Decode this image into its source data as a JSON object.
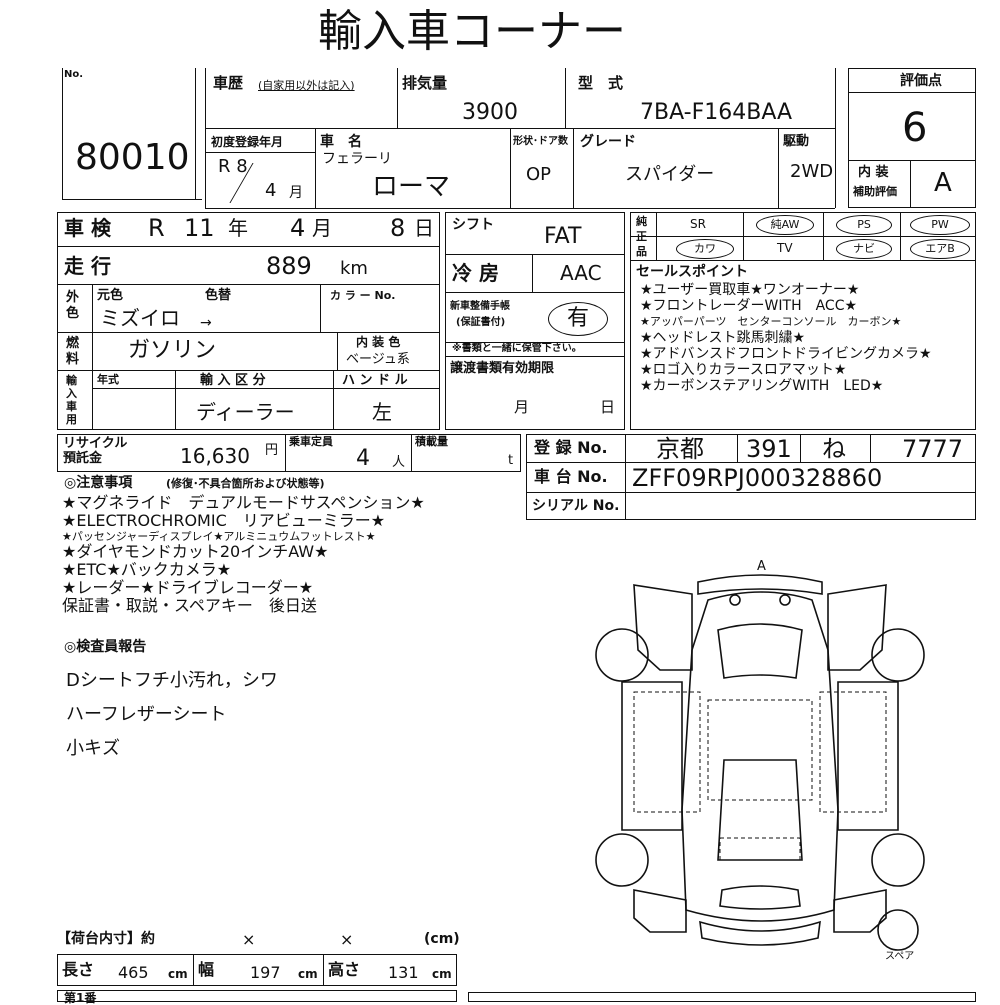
{
  "title": "輸入車コーナー",
  "lot": {
    "label": "No.",
    "number": "80010"
  },
  "history": {
    "label": "車歴",
    "note": "(自家用以外は記入)"
  },
  "displacement": {
    "label": "排気量",
    "value": "3900"
  },
  "model": {
    "label": "型　式",
    "value": "7BA-F164BAA"
  },
  "score": {
    "label": "評価点",
    "value": "6"
  },
  "first_reg": {
    "label": "初度登録年月",
    "era_year": "R 8",
    "month": "4",
    "month_unit": "月"
  },
  "car_name": {
    "label": "車　名",
    "maker": "フェラーリ",
    "name": "ローマ"
  },
  "body_doors": {
    "label": "形状･ドア数",
    "value": "OP"
  },
  "grade": {
    "label": "グレード",
    "value": "スパイダー"
  },
  "drive": {
    "label": "駆動",
    "value": "2WD"
  },
  "interior": {
    "label": "内 装",
    "sub": "補助評価",
    "value": "A"
  },
  "inspection": {
    "label": "車 検",
    "era": "R",
    "year": "11",
    "year_unit": "年",
    "month": "4",
    "month_unit": "月",
    "day": "8",
    "day_unit": "日"
  },
  "shift": {
    "label": "シフト",
    "value": "FAT"
  },
  "equipment": {
    "label": "純正品",
    "row1": [
      "SR",
      "純AW",
      "PS",
      "PW"
    ],
    "row2": [
      "カワ",
      "TV",
      "ナビ",
      "エアB"
    ]
  },
  "mileage": {
    "label": "走 行",
    "value": "889",
    "unit": "km"
  },
  "ac": {
    "label": "冷 房",
    "value": "AAC"
  },
  "color": {
    "group_label": "外色",
    "orig_label": "元色",
    "repaint_label": "色替",
    "orig_value": "ミズイロ",
    "arrow": "→",
    "code_label": "カ ラ ー No."
  },
  "manual": {
    "label": "新車整備手帳",
    "sub": "(保証書付)",
    "value": "有",
    "note": "※書類と一緒に保管下さい。"
  },
  "fuel": {
    "label": "燃料",
    "value": "ガソリン",
    "int_color_label": "内 装 色",
    "int_color_value": "ベージュ系"
  },
  "import": {
    "label": "輸入車用",
    "year_label": "年式",
    "type_label": "輸 入 区 分",
    "type_value": "ディーラー",
    "handle_label": "ハ ン ド ル",
    "handle_value": "左"
  },
  "transfer": {
    "label": "譲渡書類有効期限",
    "month_unit": "月",
    "day_unit": "日"
  },
  "sales_points": {
    "label": "セールスポイント",
    "lines": [
      {
        "text": "★ユーザー買取車★ワンオーナー★",
        "small": false
      },
      {
        "text": "★フロントレーダーWITH　ACC★",
        "small": false
      },
      {
        "text": "★アッパーパーツ　センターコンソール　カーボン★",
        "small": true
      },
      {
        "text": "★ヘッドレスト跳馬刺繍★",
        "small": false
      },
      {
        "text": "★アドバンスドフロントドライビングカメラ★",
        "small": false
      },
      {
        "text": "★ロゴ入りカラースロアマット★",
        "small": false
      },
      {
        "text": "★カーボンステアリングWITH　LED★",
        "small": false
      }
    ]
  },
  "recycle": {
    "label": "リサイクル預託金",
    "value": "16,630",
    "unit": "円"
  },
  "capacity": {
    "label": "乗車定員",
    "value": "4",
    "unit": "人"
  },
  "load": {
    "label": "積載量",
    "unit": "t"
  },
  "registration": {
    "label": "登 録 No.",
    "region": "京都",
    "class": "391",
    "kana": "ね",
    "number": "7777"
  },
  "chassis": {
    "label": "車 台 No.",
    "value": "ZFF09RPJ000328860"
  },
  "serial": {
    "label": "シリアル No."
  },
  "notes": {
    "label": "◎注意事項",
    "label_sub": "(修復･不具合箇所および状態等)",
    "lines": [
      {
        "text": "★マグネライド　デュアルモードサスペンション★",
        "small": false
      },
      {
        "text": "★ELECTROCHROMIC　リアビューミラー★",
        "small": false
      },
      {
        "text": "★パッセンジャーディスプレイ★アルミニュウムフットレスト★",
        "small": true
      },
      {
        "text": "★ダイヤモンドカット20インチAW★",
        "small": false
      },
      {
        "text": "★ETC★バックカメラ★",
        "small": false
      },
      {
        "text": "★レーダー★ドライブレコーダー★",
        "small": false
      },
      {
        "text": "保証書・取説・スペアキー　後日送",
        "small": false
      }
    ]
  },
  "inspector": {
    "label": "◎検査員報告",
    "lines": [
      "Dシートフチ小汚れ，シワ",
      "ハーフレザーシート",
      "小キズ"
    ]
  },
  "diagram": {
    "front_marker": "A",
    "spare_label": "スペア"
  },
  "cargo": {
    "label": "【荷台内寸】約",
    "times": "×",
    "unit_label": "(cm)",
    "length_label": "長さ",
    "length": "465",
    "width_label": "幅",
    "width": "197",
    "height_label": "高さ",
    "height": "131",
    "unit": "cm"
  },
  "footer_label": "第1番"
}
